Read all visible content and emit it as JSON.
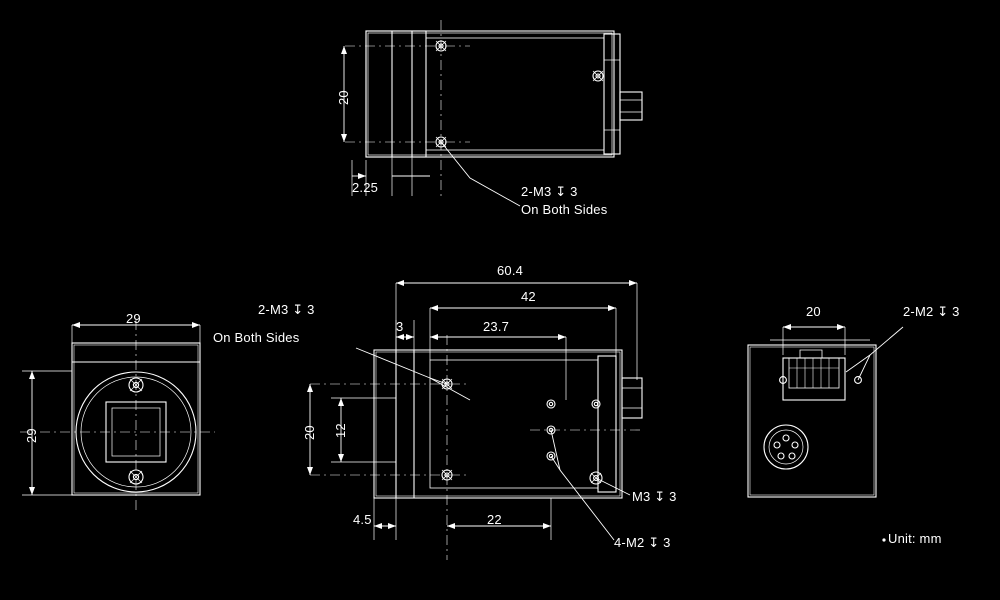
{
  "drawing": {
    "title": "camera-mechanical-dimension-drawing",
    "units_note": "Unit: mm",
    "background_color": "#000000",
    "line_color": "#ffffff",
    "views": [
      {
        "name": "top-view",
        "position": "top-center"
      },
      {
        "name": "front-view",
        "position": "bottom-left"
      },
      {
        "name": "side-view",
        "position": "bottom-center"
      },
      {
        "name": "rear-view",
        "position": "bottom-right"
      }
    ]
  },
  "labels": {
    "top_view": {
      "dim_20": "20",
      "dim_2_25": "2.25",
      "note_thread": "2-M3 ↧ 3",
      "note_thread_2": "On Both Sides"
    },
    "front_view": {
      "dim_29_top": "29",
      "dim_29_left": "29"
    },
    "side_view": {
      "dim_60_4": "60.4",
      "dim_42": "42",
      "dim_23_7": "23.7",
      "dim_3": "3",
      "dim_20": "20",
      "dim_12": "12",
      "dim_4_5": "4.5",
      "dim_22": "22",
      "note_thread_top": "2-M3 ↧ 3",
      "note_thread_top_2": "On Both Sides",
      "note_m3": "M3 ↧ 3",
      "note_4_m2": "4-M2 ↧ 3"
    },
    "rear_view": {
      "dim_20": "20",
      "note_2_m2": "2-M2 ↧ 3"
    },
    "footer": {
      "unit": "Unit: mm"
    }
  }
}
